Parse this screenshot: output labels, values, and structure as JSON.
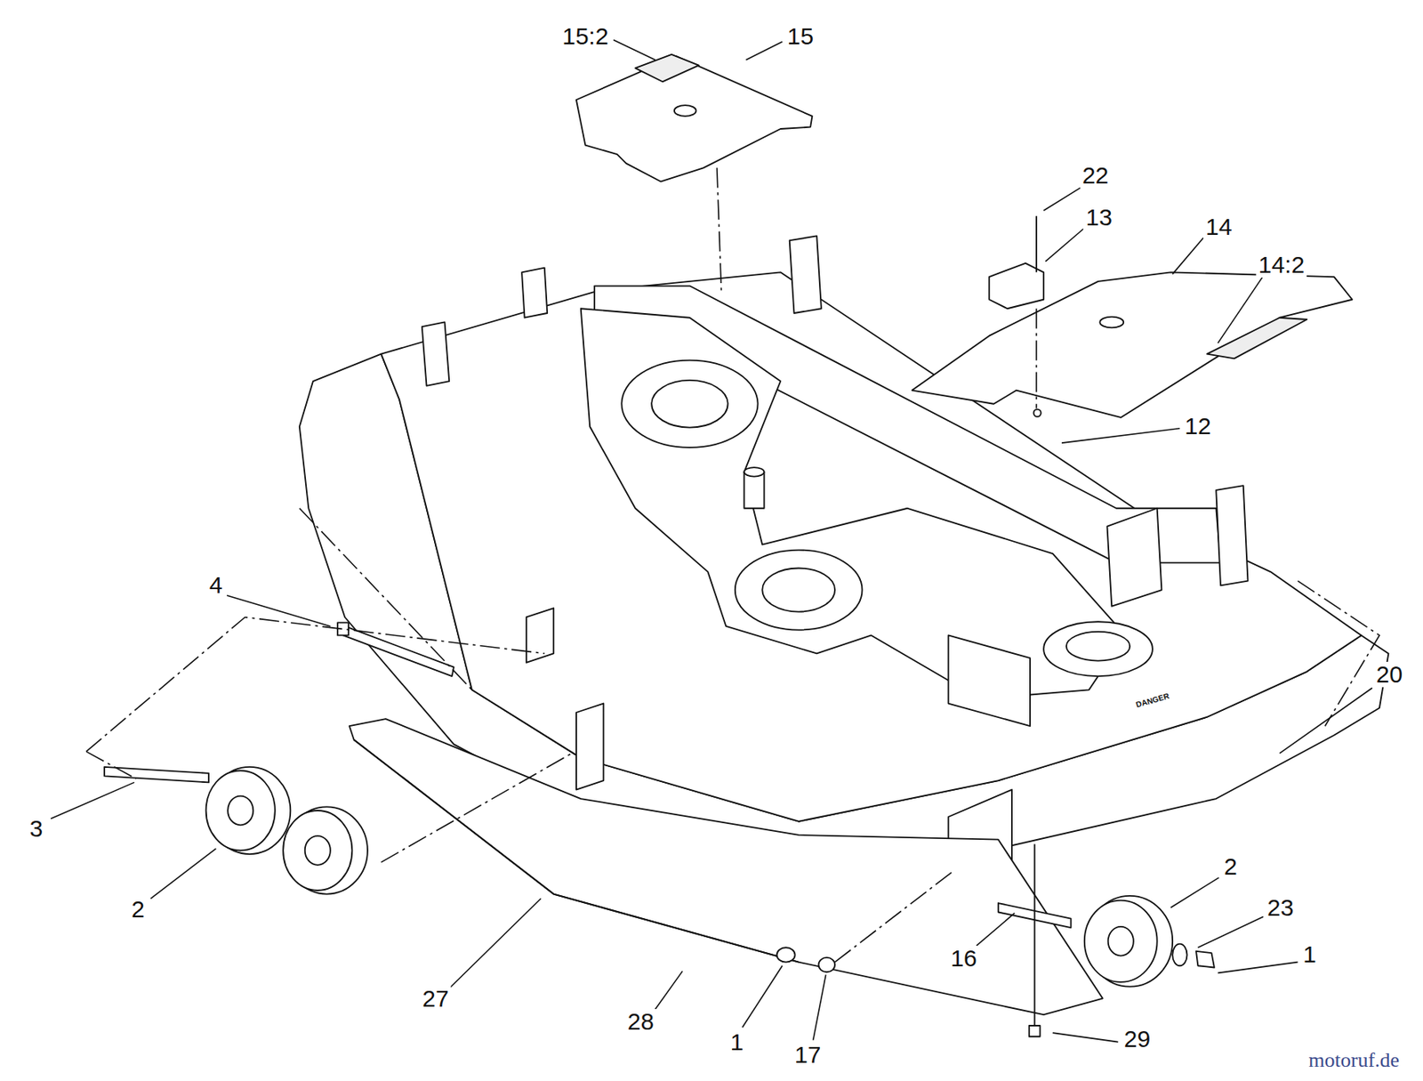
{
  "diagram": {
    "labels": [
      "15:2",
      "15",
      "22",
      "13",
      "14",
      "14:2",
      "12",
      "4",
      "20",
      "3",
      "2",
      "2",
      "23",
      "1",
      "16",
      "27",
      "28",
      "1",
      "17",
      "29",
      "motoruf.de",
      "DANGER"
    ]
  }
}
